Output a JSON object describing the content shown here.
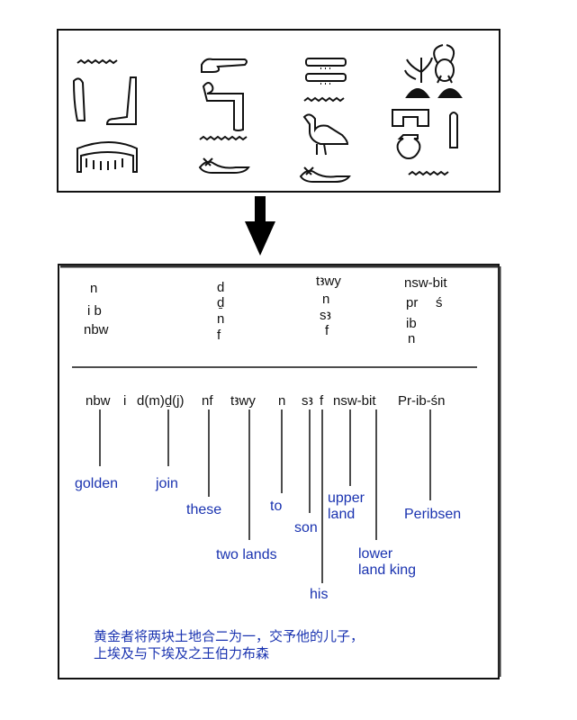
{
  "transliteration_block": {
    "col1": [
      "n",
      "i b",
      "nbw"
    ],
    "col2": [
      "d",
      "ḏ",
      "n",
      "f"
    ],
    "col3": [
      "tꜣwy",
      "n",
      "sꜣ",
      "f"
    ],
    "col4_line1": "nsw-bit",
    "col4_line2a": "pr",
    "col4_line2b": "ś",
    "col4_line3": "ib",
    "col4_line4": "n"
  },
  "reading": [
    "nbw",
    "i",
    "d(m)ḏ(j)",
    "nf",
    "tꜣwy",
    "n",
    "sꜣ",
    "f",
    "nsw-bit",
    "Pr-ib-śn"
  ],
  "glosses": {
    "golden": "golden",
    "join": "join",
    "these": "these",
    "to": "to",
    "two_lands": "two lands",
    "son": "son",
    "upper_land": [
      "upper",
      "land"
    ],
    "his": "his",
    "lower_land_king": [
      "lower",
      "land king"
    ],
    "peribsen": "Peribsen"
  },
  "translation": [
    "黄金者将两块土地合二为一，交予他的儿子，",
    "上埃及与下埃及之王伯力布森"
  ],
  "colors": {
    "gloss": "#1a33b0",
    "ink": "#111111",
    "frame": "#111111"
  }
}
